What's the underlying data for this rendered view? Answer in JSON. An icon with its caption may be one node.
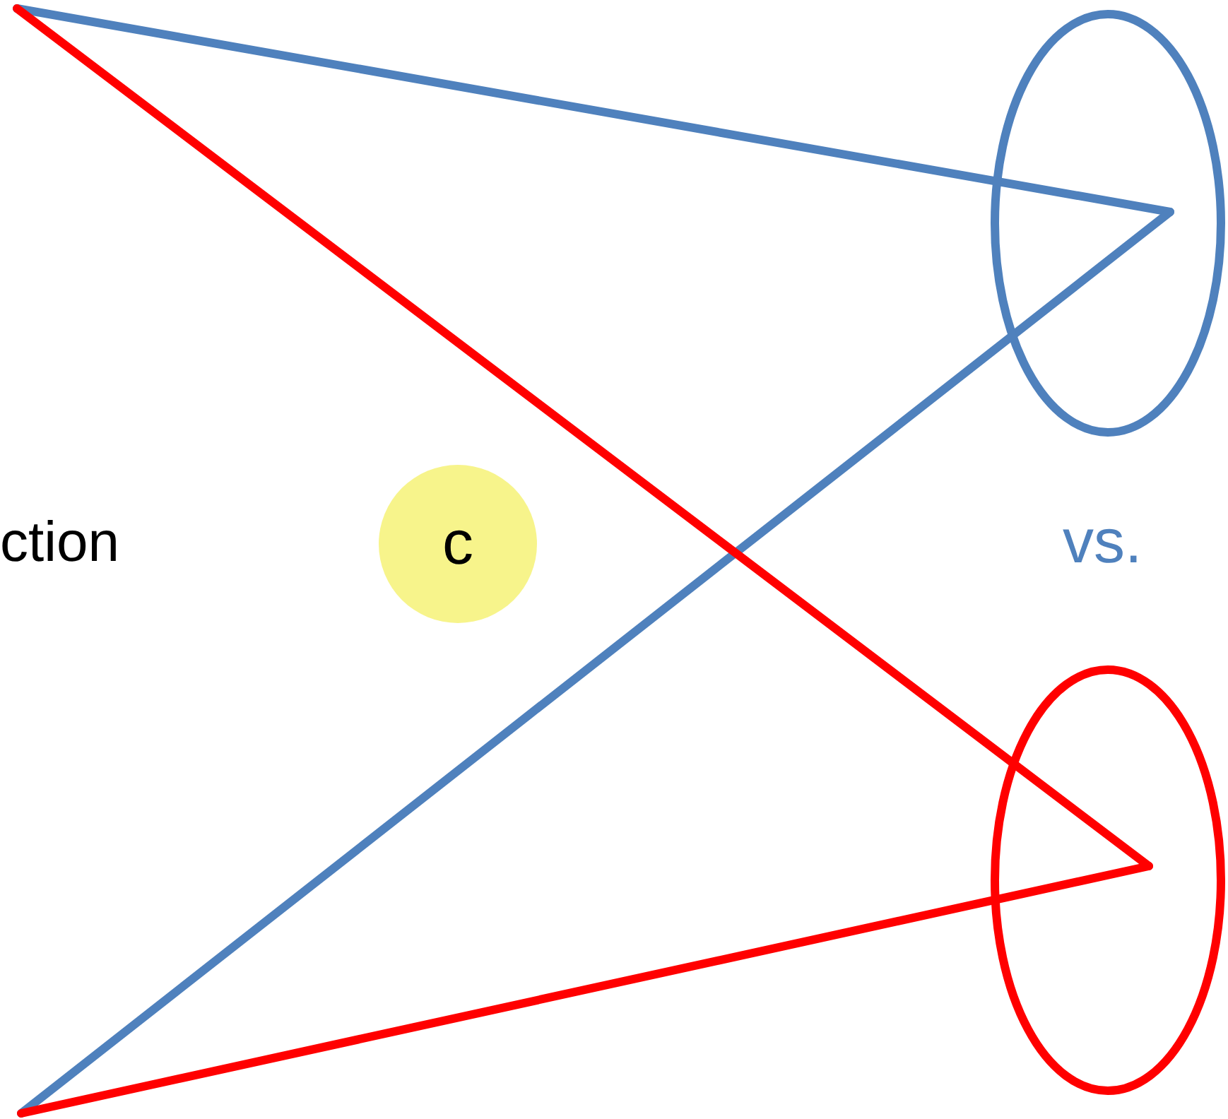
{
  "diagram": {
    "nodes": [
      {
        "text": [],
        "shape": "ellipse"
      },
      {
        "text": [
          "c"
        ]
      },
      {
        "text": [],
        "shape": "ellipse"
      }
    ],
    "edges": [
      {
        "from": null,
        "to": 0,
        "arrow": "none",
        "color": "#4f81bd"
      },
      {
        "from": 0,
        "to": null,
        "arrow": "none",
        "color": "#4f81bd"
      },
      {
        "from": null,
        "to": 2,
        "arrow": "none",
        "color": "#ff0000"
      },
      {
        "from": 2,
        "to": null,
        "arrow": "none",
        "color": "#ff0000"
      }
    ],
    "labels": [
      "ction",
      "vs."
    ]
  }
}
